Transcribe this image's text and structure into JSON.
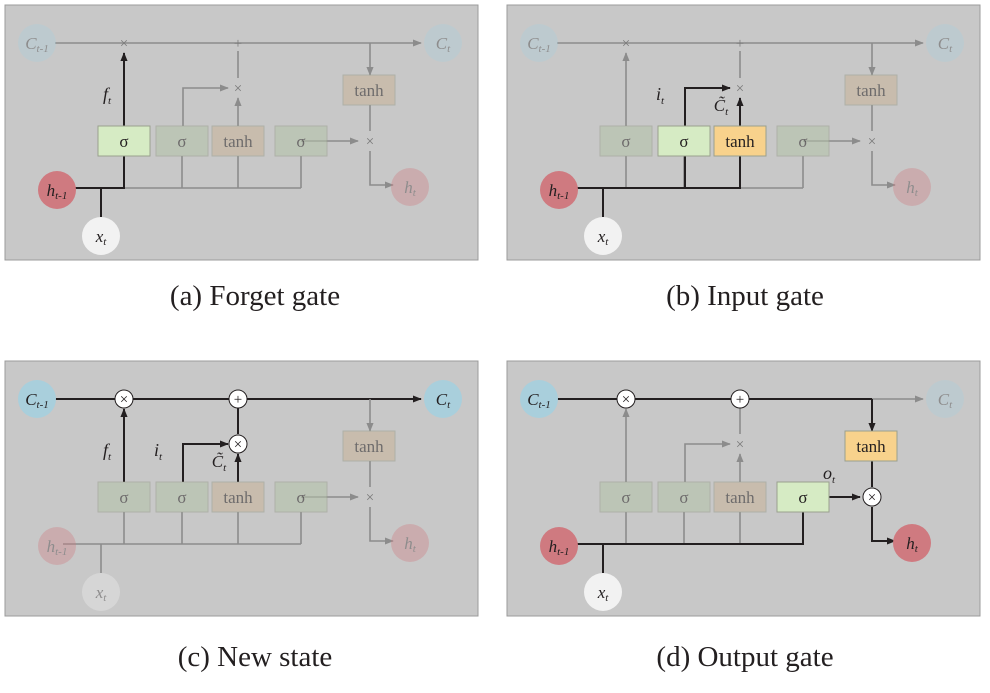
{
  "captions": {
    "a": "(a) Forget gate",
    "b": "(b) Input gate",
    "c": "(c) New state",
    "d": "(d) Output gate"
  },
  "symbols": {
    "sigma": "σ",
    "tanh": "tanh",
    "mult": "×",
    "plus": "+",
    "c_prev": "C",
    "c_prev_sub": "t-1",
    "c_next": "C",
    "c_next_sub": "t",
    "h_prev": "h",
    "h_prev_sub": "t-1",
    "h_next": "h",
    "h_next_sub": "t",
    "x": "x",
    "x_sub": "t",
    "f": "f",
    "f_sub": "t",
    "i": "i",
    "i_sub": "t",
    "o": "o",
    "o_sub": "t",
    "ctilde": "C̃",
    "ctilde_sub": "t"
  },
  "colors": {
    "panel": "#c8c8c8",
    "cell_state": "#a9cfdc",
    "hidden_prev": "#cf7a80",
    "input_x": "#f2f2f2",
    "sigma_active": "#d6ebc4",
    "tanh_active": "#f8d28c",
    "line_active": "#231f20",
    "line_muted": "#8c8c8c"
  },
  "panels": [
    {
      "id": "a",
      "active": [
        "f_path",
        "h_prev",
        "x",
        "c_prev_faint"
      ],
      "highlight": [
        "sigma1"
      ]
    },
    {
      "id": "b",
      "active": [
        "i_path",
        "ctilde_path",
        "h_prev",
        "x"
      ],
      "highlight": [
        "sigma2",
        "tanh1"
      ]
    },
    {
      "id": "c",
      "active": [
        "cell_line",
        "f_label",
        "i_label",
        "c_prev",
        "c_next"
      ],
      "highlight": []
    },
    {
      "id": "d",
      "active": [
        "cell_to_tanh",
        "o_path",
        "h_prev",
        "x",
        "h_next",
        "c_prev"
      ],
      "highlight": [
        "sigma3",
        "tanh2"
      ]
    }
  ]
}
